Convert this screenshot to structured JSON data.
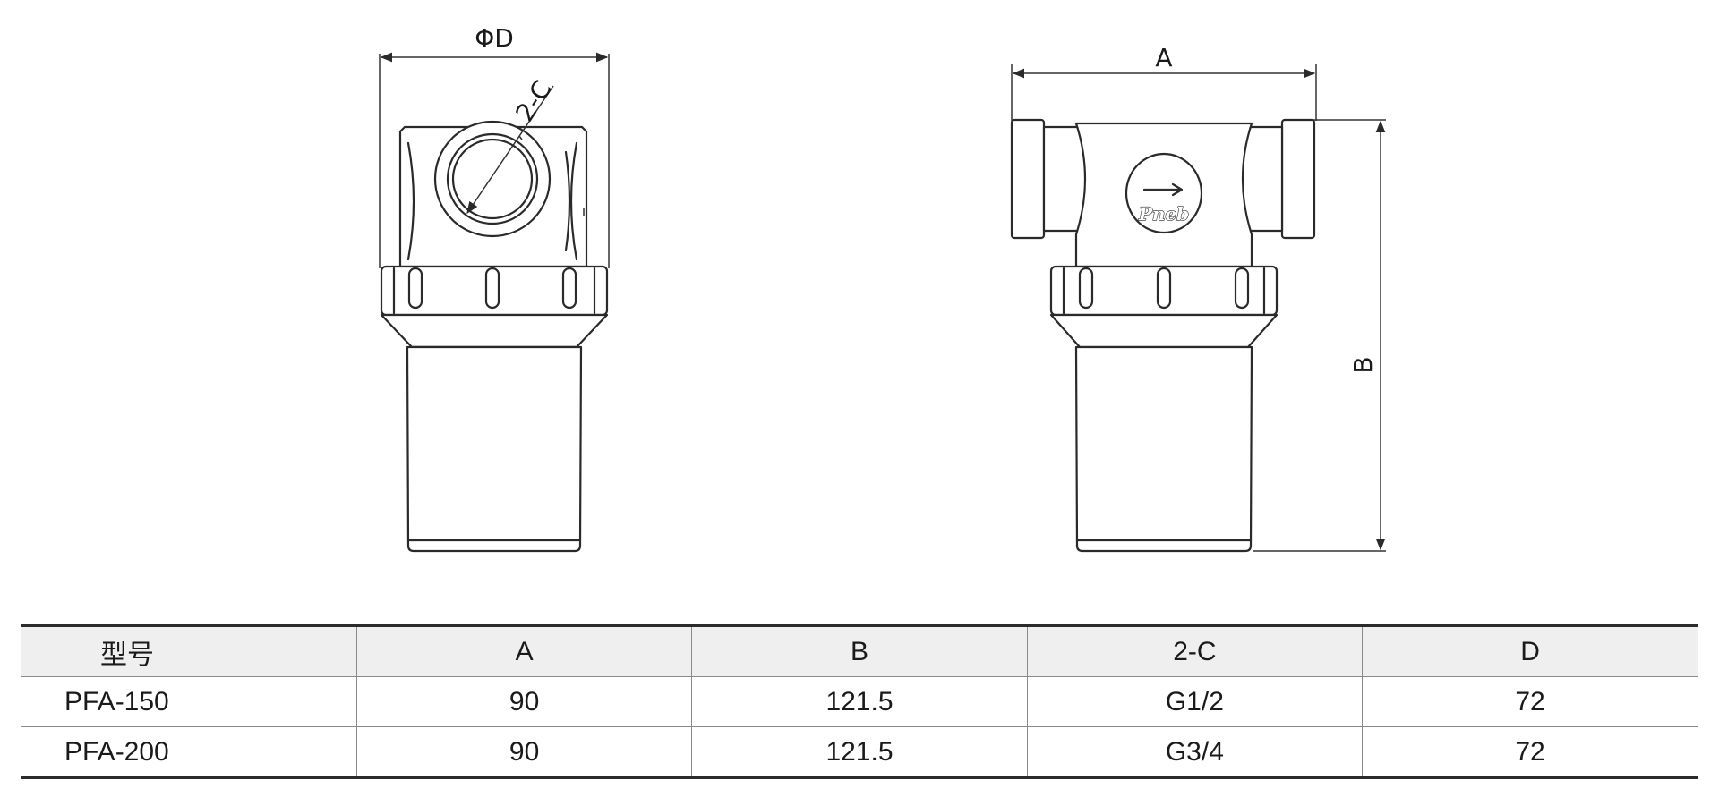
{
  "drawing": {
    "front_view": {
      "diameter_label": "ΦD",
      "port_label": "2-C"
    },
    "side_view": {
      "width_label": "A",
      "height_label": "B",
      "logo_text": "Pneb"
    }
  },
  "table": {
    "headers": [
      "型号",
      "A",
      "B",
      "2-C",
      "D"
    ],
    "rows": [
      [
        "PFA-150",
        "90",
        "121.5",
        "G1/2",
        "72"
      ],
      [
        "PFA-200",
        "90",
        "121.5",
        "G3/4",
        "72"
      ]
    ]
  }
}
